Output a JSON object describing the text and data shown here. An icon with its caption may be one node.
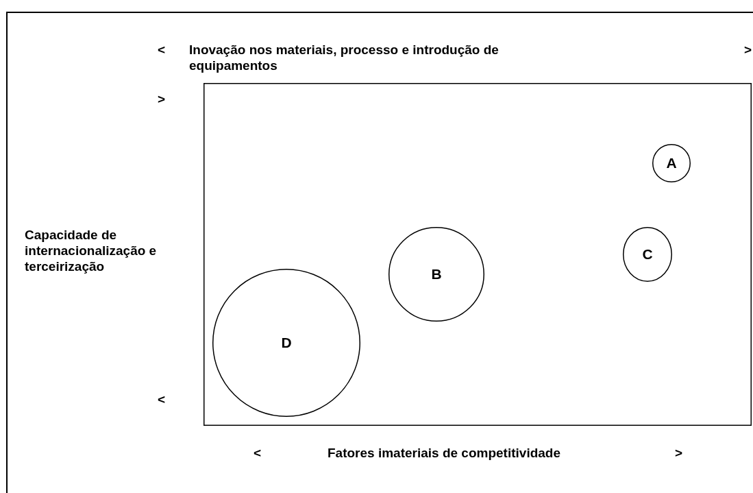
{
  "diagram": {
    "nodes": [
      {
        "text": [],
        "shape": "box"
      },
      {
        "text": [
          "A"
        ],
        "in": 0
      },
      {
        "text": [
          "C"
        ],
        "in": 0
      },
      {
        "text": [
          "B"
        ],
        "in": 0
      },
      {
        "text": [
          "D"
        ],
        "in": 0
      }
    ],
    "labels": [
      "<",
      "Inovação nos materiais, processo e introdução de equipamentos",
      ">",
      ">",
      "Capacidade de internacionalização e terceirização",
      "<",
      "<",
      "Fatores imateriais de competitividade",
      ">"
    ]
  }
}
